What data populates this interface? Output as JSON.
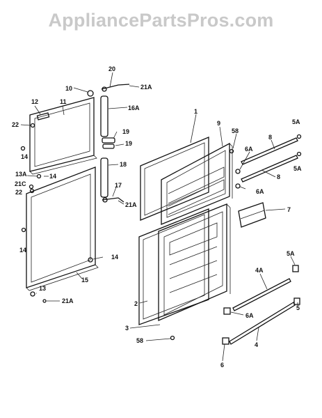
{
  "watermark": "AppliancePartsPros.com",
  "labels": {
    "l1": "1",
    "l2": "2",
    "l3": "3",
    "l4": "4",
    "l4a": "4A",
    "l5": "5",
    "l5a_top": "5A",
    "l5a_mid": "5A",
    "l5a_low": "5A",
    "l6": "6",
    "l6a_top": "6A",
    "l6a_mid": "6A",
    "l6a_low": "6A",
    "l7": "7",
    "l8_top": "8",
    "l8_low": "8",
    "l9": "9",
    "l10": "10",
    "l11": "11",
    "l12": "12",
    "l13a": "13A",
    "l13": "13",
    "l14_a": "14",
    "l14_b": "14",
    "l14_c": "14",
    "l14_d": "14",
    "l15": "15",
    "l16a": "16A",
    "l17": "17",
    "l18": "18",
    "l19_a": "19",
    "l19_b": "19",
    "l20": "20",
    "l21a_top": "21A",
    "l21a_mid": "21A",
    "l21a_bot": "21A",
    "l21c": "21C",
    "l22_top": "22",
    "l22_mid": "22",
    "l58_top": "58",
    "l58_bot": "58"
  }
}
